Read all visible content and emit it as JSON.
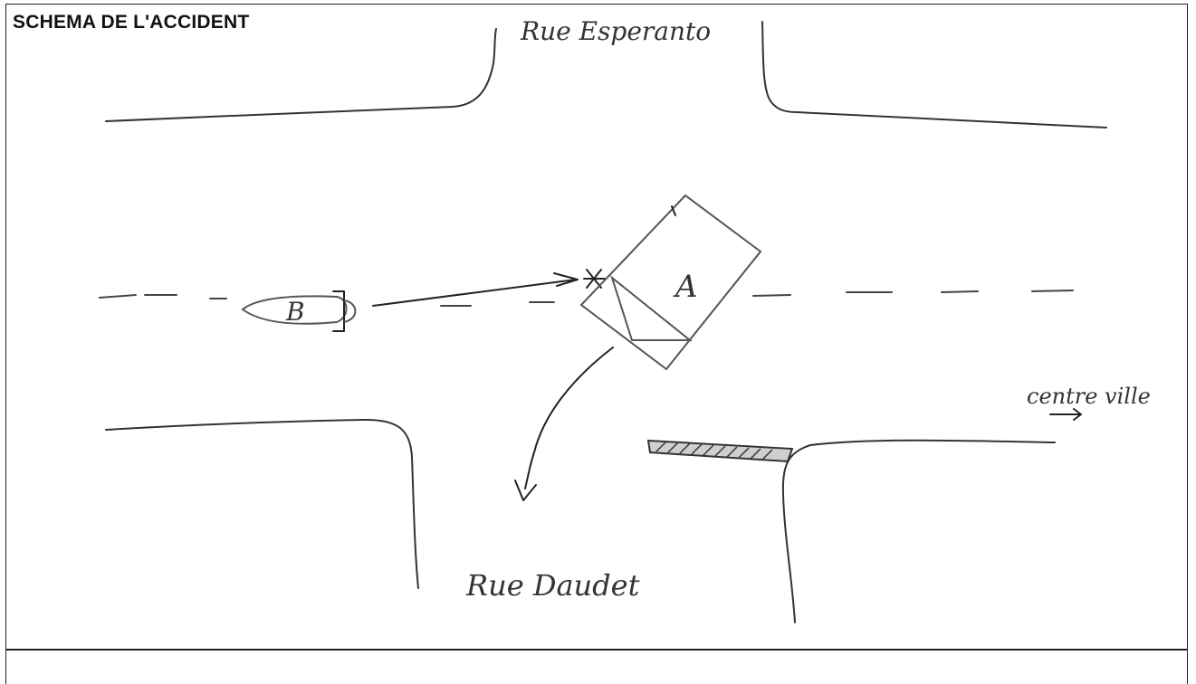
{
  "title": "SCHEMA DE L'ACCIDENT",
  "labels": {
    "street_top": "Rue Esperanto",
    "street_bottom": "Rue Daudet",
    "direction": "centre ville",
    "vehicle_a": "A",
    "vehicle_b": "B"
  }
}
